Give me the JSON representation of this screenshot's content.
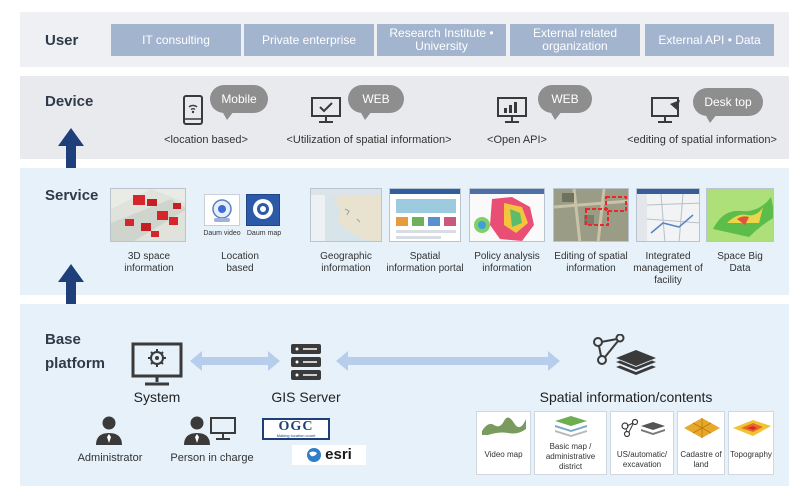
{
  "user": {
    "title": "User",
    "boxes": [
      "IT consulting",
      "Private enterprise",
      "Research Institute • University",
      "External related organization",
      "External API • Data"
    ]
  },
  "device": {
    "title": "Device",
    "items": [
      {
        "icon": "mobile-icon",
        "bubble": "Mobile",
        "caption": "<location based>"
      },
      {
        "icon": "monitor-check-icon",
        "bubble": "WEB",
        "caption": "<Utilization of spatial information>"
      },
      {
        "icon": "monitor-chart-icon",
        "bubble": "WEB",
        "caption": "<Open API>"
      },
      {
        "icon": "desktop-edit-icon",
        "bubble": "Desk top",
        "caption": "<editing of spatial information>"
      }
    ]
  },
  "service": {
    "title": "Service",
    "items": [
      {
        "caption": "3D space information"
      },
      {
        "caption": "Location based",
        "sub": [
          "Daum video",
          "Daum map"
        ]
      },
      {
        "caption": "Geographic information"
      },
      {
        "caption": "Spatial information portal"
      },
      {
        "caption": "Policy analysis information"
      },
      {
        "caption": "Editing of spatial information"
      },
      {
        "caption": "Integrated management of facility"
      },
      {
        "caption": "Space Big Data"
      }
    ]
  },
  "base": {
    "title": "Base platform",
    "system": "System",
    "gis_server": "GIS Server",
    "contents": "Spatial information/contents",
    "administrator": "Administrator",
    "person_in_charge": "Person in charge",
    "ogc": "OGC",
    "ogc_tagline": "Making location count",
    "esri": "esri",
    "content_boxes": [
      "Video map",
      "Basic map / administrative district",
      "US/automatic/ excavation",
      "Cadastre of land",
      "Topography"
    ]
  },
  "colors": {
    "arrow_navy": "#1f3f7a",
    "user_box": "#a2b4ce",
    "bubble_gray": "#8e8e8e",
    "band_blue": "#e6f1fa",
    "link_arrow": "#b7cdec"
  }
}
